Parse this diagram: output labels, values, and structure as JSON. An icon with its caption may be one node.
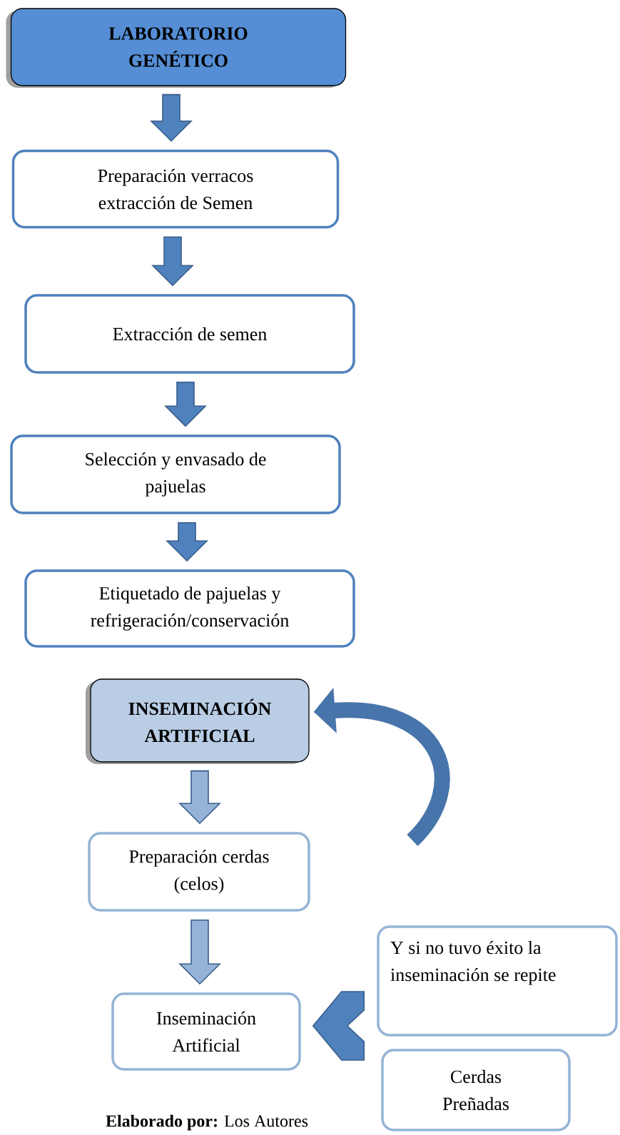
{
  "diagram": {
    "caption": "**Elaborado por:** Los Autores",
    "nodes": [
      {
        "text": [
          "LABORATORIO GENÉTICO"
        ]
      },
      {
        "text": [
          "Preparación verracos extracción de Semen"
        ]
      },
      {
        "text": [
          "Extracción de semen"
        ]
      },
      {
        "text": [
          "Selección y envasado de pajuelas"
        ]
      },
      {
        "text": [
          "Etiquetado de pajuelas y refrigeración/conservación"
        ]
      },
      {
        "text": [
          "INSEMINACIÓN ARTIFICIAL"
        ]
      },
      {
        "text": [
          "Preparación cerdas (celos)"
        ]
      },
      {
        "text": [
          "Inseminación Artificial"
        ]
      },
      {
        "text": [
          "Y si no tuvo éxito la inseminación se repite"
        ]
      },
      {
        "text": [
          "Cerdas Preñadas"
        ]
      }
    ],
    "edges": [
      {
        "from": 0,
        "to": 1,
        "arrow": "to"
      },
      {
        "from": 1,
        "to": 2,
        "arrow": "to"
      },
      {
        "from": 2,
        "to": 3,
        "arrow": "to"
      },
      {
        "from": 3,
        "to": 4,
        "arrow": "to"
      },
      {
        "from": 5,
        "to": 6,
        "arrow": "to",
        "color": "#95b3d7"
      },
      {
        "from": 6,
        "to": 7,
        "arrow": "to",
        "color": "#95b3d7"
      },
      {
        "from": null,
        "to": 5,
        "arrow": "to"
      },
      {
        "from": 8,
        "to": 7,
        "arrow": "to"
      },
      {
        "from": 9,
        "to": 7,
        "arrow": "to"
      }
    ]
  }
}
